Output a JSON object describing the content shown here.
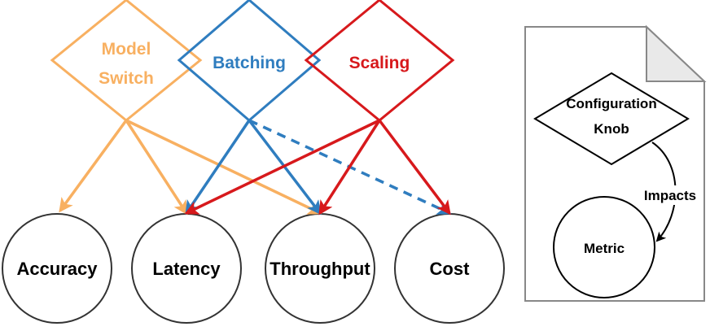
{
  "colors": {
    "model_switch": "#F8B061",
    "batching": "#2F7DBF",
    "scaling": "#D7191C",
    "stroke": "#333333",
    "legend_border": "#888888",
    "legend_fold": "#e9e9e9"
  },
  "knobs": [
    {
      "id": "model_switch",
      "line1": "Model",
      "line2": "Switch"
    },
    {
      "id": "batching",
      "line1": "Batching"
    },
    {
      "id": "scaling",
      "line1": "Scaling"
    }
  ],
  "metrics": [
    {
      "id": "accuracy",
      "label": "Accuracy"
    },
    {
      "id": "latency",
      "label": "Latency"
    },
    {
      "id": "throughput",
      "label": "Throughput"
    },
    {
      "id": "cost",
      "label": "Cost"
    }
  ],
  "edges": [
    {
      "from": "model_switch",
      "to": "accuracy",
      "style": "solid"
    },
    {
      "from": "model_switch",
      "to": "latency",
      "style": "solid"
    },
    {
      "from": "model_switch",
      "to": "throughput",
      "style": "solid"
    },
    {
      "from": "batching",
      "to": "latency",
      "style": "solid"
    },
    {
      "from": "batching",
      "to": "throughput",
      "style": "solid"
    },
    {
      "from": "batching",
      "to": "cost",
      "style": "dashed"
    },
    {
      "from": "scaling",
      "to": "latency",
      "style": "solid"
    },
    {
      "from": "scaling",
      "to": "throughput",
      "style": "solid"
    },
    {
      "from": "scaling",
      "to": "cost",
      "style": "solid"
    }
  ],
  "legend": {
    "knob_line1": "Configuration",
    "knob_line2": "Knob",
    "edge_label": "Impacts",
    "metric_label": "Metric"
  }
}
